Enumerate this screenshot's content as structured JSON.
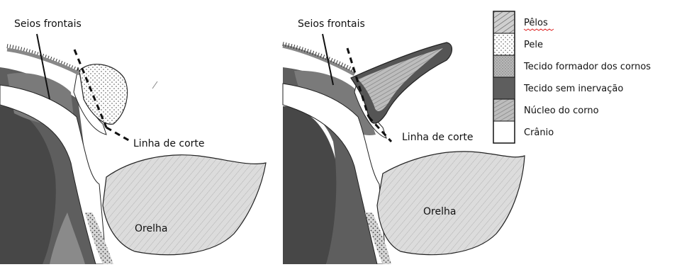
{
  "panels": [
    {
      "frontal_sinus_label": "Seios frontais",
      "cut_line_label": "Linha de corte",
      "ear_label": "Orelha"
    },
    {
      "frontal_sinus_label": "Seios frontais",
      "cut_line_label": "Linha de corte",
      "ear_label": "Orelha"
    }
  ],
  "legend": {
    "items": [
      {
        "label": "Pêlos",
        "swatch": "hair-icon"
      },
      {
        "label": "Pele",
        "swatch": "skin-dots-icon"
      },
      {
        "label": "Tecido formador dos cornos",
        "swatch": "horn-forming-tissue-icon"
      },
      {
        "label": "Tecido sem inervação",
        "swatch": "non-innervated-tissue-icon"
      },
      {
        "label": "Núcleo do corno",
        "swatch": "horn-core-icon"
      },
      {
        "label": "Crânio",
        "swatch": "skull-icon"
      }
    ]
  },
  "colors": {
    "tissue_dark": "#6e6e6e",
    "tissue_mid": "#9a9a9a",
    "tissue_light": "#c9c9c9",
    "skull": "#ffffff",
    "ink": "#111111"
  }
}
